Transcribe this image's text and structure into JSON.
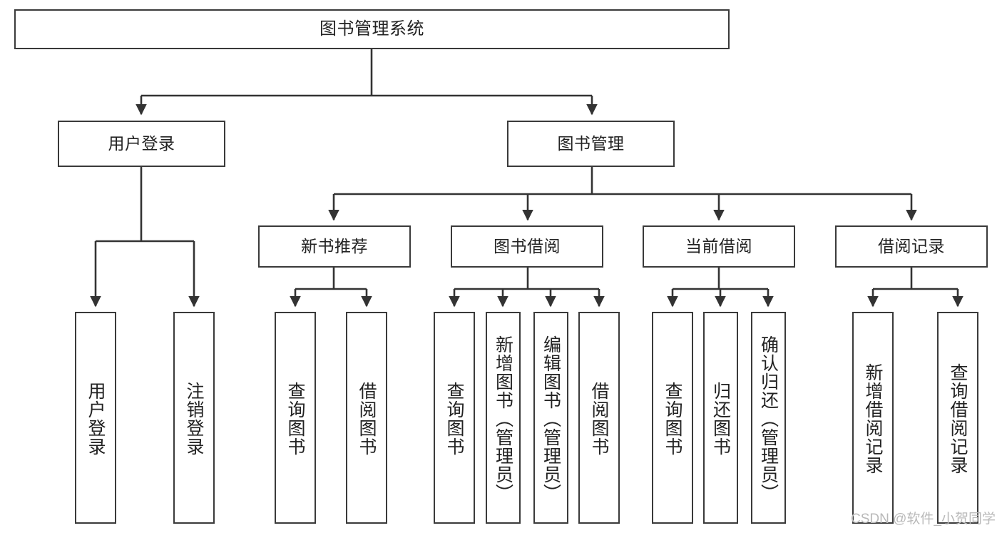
{
  "diagram": {
    "title": "图书管理系统",
    "type": "tree-hierarchy-chart",
    "theme": {
      "background": "#ffffff",
      "node_border": "#3a3a3a",
      "node_fill": "#ffffff",
      "text": "#222222",
      "edge": "#333333",
      "watermark": "#b9b9b9"
    }
  },
  "watermark": {
    "text": "CSDN @软件_小贺同学"
  },
  "nodes": {
    "root": {
      "label": "图书管理系统"
    },
    "level1": [
      {
        "id": "user-login",
        "label": "用户登录"
      },
      {
        "id": "book-management",
        "label": "图书管理"
      }
    ],
    "level2": [
      {
        "id": "new-book-recommend",
        "label": "新书推荐"
      },
      {
        "id": "book-borrow",
        "label": "图书借阅"
      },
      {
        "id": "current-borrow",
        "label": "当前借阅"
      },
      {
        "id": "borrow-record",
        "label": "借阅记录"
      }
    ],
    "leaves": {
      "user_login": [
        {
          "id": "leaf-user-login",
          "label": "用户登录"
        },
        {
          "id": "leaf-logout-login",
          "label": "注销登录"
        }
      ],
      "new_book_recommend": [
        {
          "id": "leaf-query-book-1",
          "label": "查询图书"
        },
        {
          "id": "leaf-borrow-book-1",
          "label": "借阅图书"
        }
      ],
      "book_borrow": [
        {
          "id": "leaf-query-book-2",
          "label": "查询图书"
        },
        {
          "id": "leaf-add-book",
          "label": "新增图书（管理员）"
        },
        {
          "id": "leaf-edit-book",
          "label": "编辑图书（管理员）"
        },
        {
          "id": "leaf-borrow-book-2",
          "label": "借阅图书"
        }
      ],
      "current_borrow": [
        {
          "id": "leaf-query-book-3",
          "label": "查询图书"
        },
        {
          "id": "leaf-return-book",
          "label": "归还图书"
        },
        {
          "id": "leaf-confirm-return",
          "label": "确认归还（管理员）"
        }
      ],
      "borrow_record": [
        {
          "id": "leaf-add-record",
          "label": "新增借阅记录"
        },
        {
          "id": "leaf-query-record",
          "label": "查询借阅记录"
        }
      ]
    }
  }
}
